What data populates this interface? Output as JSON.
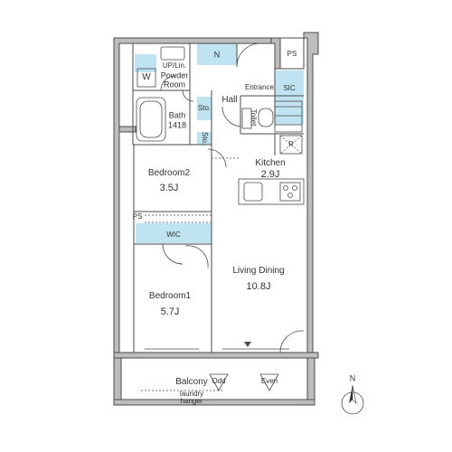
{
  "accent_color": "#bfe3f1",
  "rooms": {
    "up_lin": "UP/Lin.",
    "powder_room_1": "Powder",
    "powder_room_2": "Room",
    "n": "N",
    "w": "W",
    "bath": "Bath",
    "bath_size": "1418",
    "sto_1": "Sto.",
    "sto_2": "Sto.",
    "hall": "Hall",
    "entrance": "Entrance",
    "sic": "SIC",
    "toilet": "Toilet",
    "ps_1": "PS",
    "ps_2": "PS",
    "r": "R",
    "kitchen": "Kitchen",
    "kitchen_size": "2.9J",
    "bedroom2": "Bedroom2",
    "bedroom2_size": "3.5J",
    "wic": "WIC",
    "living": "Living Dining",
    "living_size": "10.8J",
    "bedroom1": "Bedroom1",
    "bedroom1_size": "5.7J",
    "balcony": "Balcony",
    "odd": "Odd",
    "even": "Even",
    "laundry_1": "laundry",
    "laundry_2": "hanger"
  },
  "compass": {
    "label": "N"
  }
}
